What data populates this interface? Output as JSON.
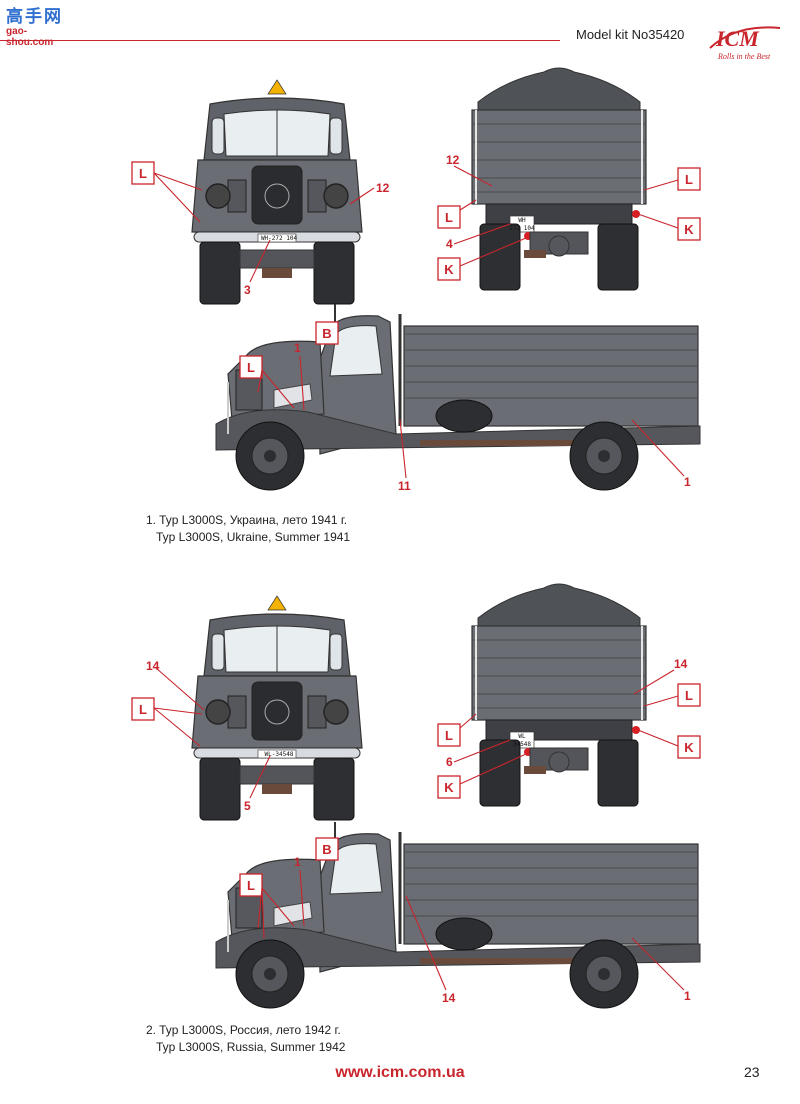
{
  "header": {
    "watermark_cn": "高手网",
    "watermark_site": "gao-shou.com",
    "kit_label": "Model kit No35420",
    "brand": "ICM",
    "brand_tagline": "Rolls in the Best"
  },
  "colors": {
    "accent_red": "#c9252c",
    "vehicle_grey": "#6b6e74",
    "wood_brown": "#6a4a3a"
  },
  "callouts": {
    "L": "L",
    "K": "K",
    "B": "B",
    "n1": "1",
    "n3": "3",
    "n4": "4",
    "n5": "5",
    "n6": "6",
    "n11": "11",
    "n12": "12",
    "n14": "14"
  },
  "plates": {
    "v1_front": "WH-272 104",
    "v1_rear_top": "WH",
    "v1_rear_bottom": "272 104",
    "v2_front": "WL-34548",
    "v2_rear_top": "WL",
    "v2_rear_bottom": "34548"
  },
  "captions": {
    "vehicle1_ru": "1. Typ L3000S, Украина, лето 1941 г.",
    "vehicle1_en": "Typ L3000S, Ukraine, Summer 1941",
    "vehicle2_ru": "2. Typ L3000S, Россия, лето 1942 г.",
    "vehicle2_en": "Typ L3000S, Russia, Summer 1942"
  },
  "footer": {
    "url": "www.icm.com.ua",
    "page_number": "23"
  }
}
